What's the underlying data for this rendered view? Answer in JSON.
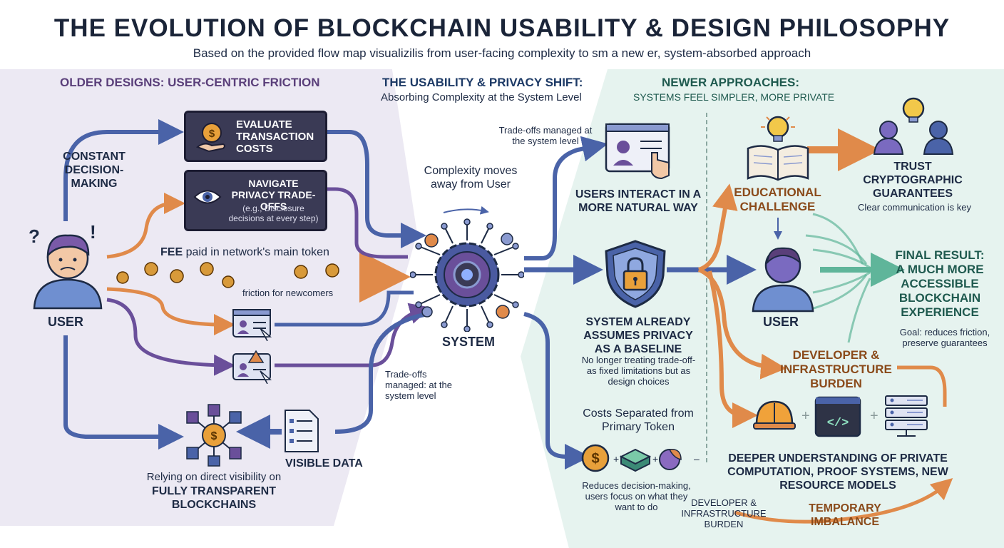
{
  "title": "THE EVOLUTION OF BLOCKCHAIN USABILITY & DESIGN PHILOSOPHY",
  "subtitle": "Based on the provided flow map visualizilis from user-facing complexity to sm a new er, system-absorbed approach",
  "left": {
    "header": "OLDER DESIGNS: USER-CENTRIC FRICTION",
    "constant": "CONSTANT DECISION-MAKING",
    "box1": "EVALUATE TRANSACTION COSTS",
    "box2_title": "NAVIGATE PRIVACY TRADE-OFFS",
    "box2_note": "(e.g., Disclosure decisions at every step)",
    "fee_prefix": "FEE",
    "fee_rest": " paid in network's main token",
    "friction": "friction for newcomers",
    "user": "USER",
    "tradeoffs": "Trade-offs managed: at the system level",
    "visible": "VISIBLE DATA",
    "relying": "Relying on direct visibility on",
    "transparent": "FULLY TRANSPARENT BLOCKCHAINS"
  },
  "middle": {
    "header": "THE USABILITY & PRIVACY SHIFT:",
    "sub": "Absorbing Complexity at the System Level",
    "complexity": "Complexity moves away from User",
    "system": "SYSTEM",
    "tradeoffs_top": "Trade-offs managed at the system level",
    "interact": "USERS INTERACT IN A MORE NATURAL WAY",
    "privacy": "SYSTEM ALREADY ASSUMES PRIVACY AS A BASELINE",
    "privacy_note": "No longer treating trade-off- as fixed limitations but as design choices",
    "costs": "Costs Separated from Primary Token",
    "reduces": "Reduces decision-making, users focus on what they want to do"
  },
  "right": {
    "header": "NEWER APPROACHES:",
    "sub": "SYSTEMS FEEL SIMPLER, MORE PRIVATE",
    "edu": "EDUCATIONAL CHALLENGE",
    "trust": "TRUST CRYPTOGRAPHIC GUARANTEES",
    "clear": "Clear communication is key",
    "user": "USER",
    "final": "FINAL RESULT: A MUCH MORE ACCESSIBLE BLOCKCHAIN EXPERIENCE",
    "goal": "Goal: reduces friction, preserve guarantees",
    "dev": "DEVELOPER & INFRASTRUCTURE BURDEN",
    "plus": "+",
    "deeper": "DEEPER UNDERSTANDING OF PRIVATE COMPUTATION, PROOF SYSTEMS, NEW RESOURCE MODELS",
    "dev_small": "DEVELOPER & INFRASTRUCTURE BURDEN",
    "temporary": "TEMPORARY IMBALANCE",
    "dollar": "$",
    "code": "</>",
    "minus": "–"
  },
  "colors": {
    "purple": "#6a4f9a",
    "orange": "#e08a4a",
    "blue": "#4a63a8",
    "teal": "#3b8a76",
    "dark": "#1d2a44"
  }
}
